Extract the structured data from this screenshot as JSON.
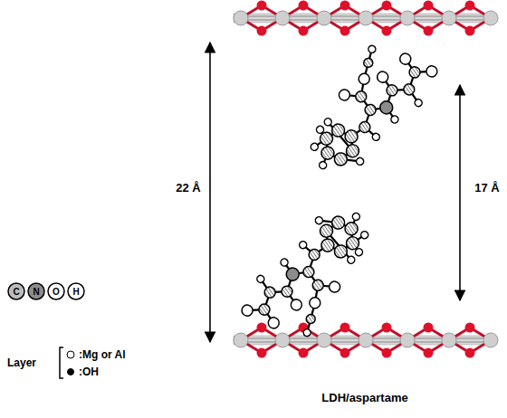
{
  "diagram": {
    "caption": "LDH/aspartame",
    "labels": [
      "22 Å",
      "17 Å",
      "C",
      "N",
      "O",
      "H",
      "Layer"
    ],
    "legend": [
      {
        "text": ":Mg or Al"
      },
      {
        "text": ":OH"
      }
    ]
  }
}
